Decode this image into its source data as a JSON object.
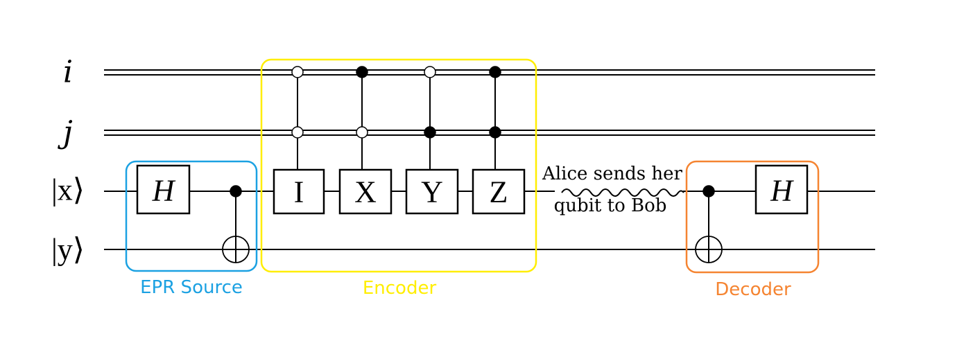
{
  "wires": {
    "i": {
      "label": "i",
      "kind": "classical"
    },
    "j": {
      "label": "j",
      "kind": "classical"
    },
    "x": {
      "label": "|x⟩",
      "kind": "quantum"
    },
    "y": {
      "label": "|y⟩",
      "kind": "quantum"
    }
  },
  "gates": {
    "epr_h": "H",
    "encoder_i": "I",
    "encoder_x": "X",
    "encoder_y": "Y",
    "encoder_z": "Z",
    "decoder_h": "H"
  },
  "groups": {
    "epr_source": {
      "label": "EPR Source",
      "color": "#1ba1e2"
    },
    "encoder": {
      "label": "Encoder",
      "color": "#ffee00"
    },
    "decoder": {
      "label": "Decoder",
      "color": "#f58431"
    }
  },
  "channel_note": {
    "line1": "Alice sends her",
    "line2": "qubit to Bob"
  },
  "controls": {
    "encoder_i": {
      "i": "open",
      "j": "open"
    },
    "encoder_x": {
      "i": "filled",
      "j": "open"
    },
    "encoder_y": {
      "i": "open",
      "j": "filled"
    },
    "encoder_z": {
      "i": "filled",
      "j": "filled"
    }
  }
}
